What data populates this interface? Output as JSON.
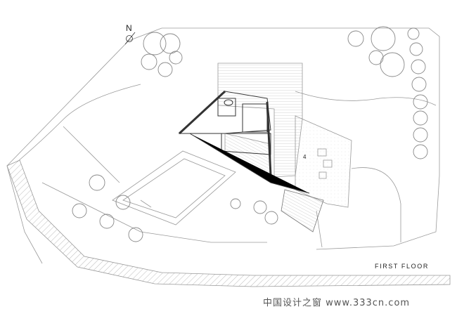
{
  "drawing": {
    "title": "FIRST FLOOR",
    "north_label": "N",
    "room_number": "4",
    "watermark": "中国设计之窗 www.333cn.com"
  },
  "colors": {
    "line": "#9a9a9a",
    "wall": "#333333",
    "background": "#ffffff"
  }
}
